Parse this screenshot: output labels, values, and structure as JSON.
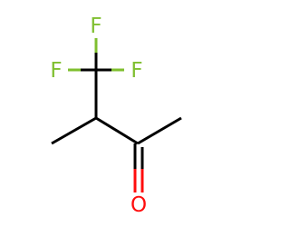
{
  "molecule": {
    "atoms": {
      "f_top": {
        "symbol": "F",
        "color": "#7fbf2f"
      },
      "f_left": {
        "symbol": "F",
        "color": "#7fbf2f"
      },
      "f_right": {
        "symbol": "F",
        "color": "#7fbf2f"
      },
      "oxygen": {
        "symbol": "O",
        "color": "#ff0d0d"
      }
    },
    "bond_color": "#000000"
  }
}
